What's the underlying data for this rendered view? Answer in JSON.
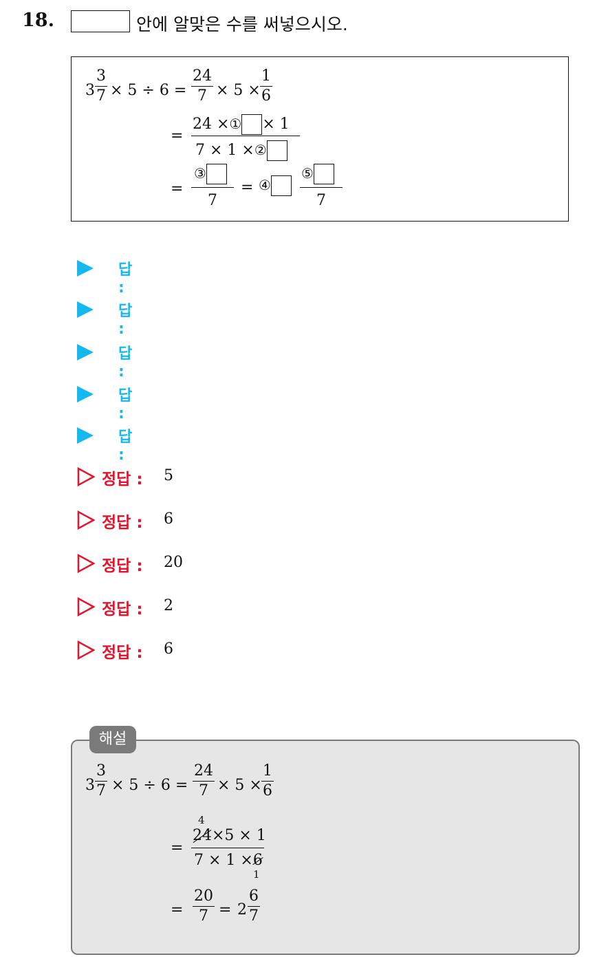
{
  "question": {
    "number": "18.",
    "instruction": "안에 알맞은 수를 써넣으시오."
  },
  "problem": {
    "line1": {
      "whole": "3",
      "frac_num": "3",
      "frac_den": "7",
      "ops": "× 5 ÷ 6 =",
      "f2_num": "24",
      "f2_den": "7",
      "mid": "× 5 ×",
      "f3_num": "1",
      "f3_den": "6"
    },
    "line2": {
      "eq": "=",
      "num_a": "24 ×",
      "circle1": "①",
      "num_b": "× 1",
      "den_a": "7 × 1 ×",
      "circle2": "②"
    },
    "line3": {
      "eq": "=",
      "circle3": "③",
      "den": "7",
      "eq2": "=",
      "circle4": "④",
      "circle5": "⑤",
      "den2": "7"
    }
  },
  "answer_rows": [
    {
      "label": "답 :"
    },
    {
      "label": "답 :"
    },
    {
      "label": "답 :"
    },
    {
      "label": "답 :"
    },
    {
      "label": "답 :"
    }
  ],
  "correct_answers": [
    {
      "label": "정답 :",
      "value": "5"
    },
    {
      "label": "정답 :",
      "value": "6"
    },
    {
      "label": "정답 :",
      "value": "20"
    },
    {
      "label": "정답 :",
      "value": "2"
    },
    {
      "label": "정답 :",
      "value": "6"
    }
  ],
  "explanation": {
    "tag": "해설",
    "line1": {
      "whole": "3",
      "frac_num": "3",
      "frac_den": "7",
      "ops": "× 5 ÷ 6 =",
      "f2_num": "24",
      "f2_den": "7",
      "mid": "× 5 ×",
      "f3_num": "1",
      "f3_den": "6"
    },
    "line2": {
      "eq": "=",
      "cancel_top": "4",
      "num_strike": "24",
      "num_rest": "×5 × 1",
      "den_a": "7 × 1 ×",
      "den_strike": "6",
      "cancel_bottom": "1"
    },
    "line3": {
      "eq": "=",
      "num": "20",
      "den": "7",
      "eq2": "=",
      "whole": "2",
      "frac_num": "6",
      "frac_den": "7"
    }
  },
  "colors": {
    "answer_blue": "#16b8f0",
    "correct_red": "#e8122a",
    "explanation_bg": "#e6e6e6",
    "explanation_border": "#7a7a7a"
  }
}
